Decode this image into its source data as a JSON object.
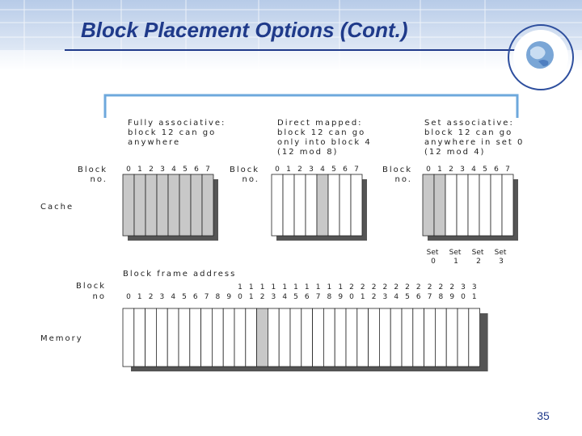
{
  "slide": {
    "title": "Block Placement Options (Cont.)",
    "page_number": "35"
  },
  "colors": {
    "title": "#1f3a8a",
    "highlight": "#c8c8c8",
    "shadow": "#555555"
  },
  "icons": [
    "globe-logo-icon"
  ],
  "diagram": {
    "fully_associative": {
      "caption": [
        "Fully associative:",
        "block 12 can go",
        "anywhere"
      ]
    },
    "direct_mapped": {
      "caption": [
        "Direct mapped:",
        "block 12 can go",
        "only into block 4",
        "(12 mod 8)"
      ]
    },
    "set_associative": {
      "caption": [
        "Set associative:",
        "block 12 can go",
        "anywhere in set 0",
        "(12 mod 4)"
      ]
    },
    "block_no_label": [
      "Block",
      "no."
    ],
    "cache_label": "Cache",
    "cache_block_numbers": [
      "0",
      "1",
      "2",
      "3",
      "4",
      "5",
      "6",
      "7"
    ],
    "sets": [
      [
        "Set",
        "0"
      ],
      [
        "Set",
        "1"
      ],
      [
        "Set",
        "2"
      ],
      [
        "Set",
        "3"
      ]
    ],
    "frame_address_label": "Block frame address",
    "memory_block_no_label": [
      "Block",
      "no"
    ],
    "memory_label": "Memory",
    "memory_block_numbers": [
      [
        "",
        "0"
      ],
      [
        "",
        "1"
      ],
      [
        "",
        "2"
      ],
      [
        "",
        "3"
      ],
      [
        "",
        "4"
      ],
      [
        "",
        "5"
      ],
      [
        "",
        "6"
      ],
      [
        "",
        "7"
      ],
      [
        "",
        "8"
      ],
      [
        "",
        "9"
      ],
      [
        "1",
        "0"
      ],
      [
        "1",
        "1"
      ],
      [
        "1",
        "2"
      ],
      [
        "1",
        "3"
      ],
      [
        "1",
        "4"
      ],
      [
        "1",
        "5"
      ],
      [
        "1",
        "6"
      ],
      [
        "1",
        "7"
      ],
      [
        "1",
        "8"
      ],
      [
        "1",
        "9"
      ],
      [
        "2",
        "0"
      ],
      [
        "2",
        "1"
      ],
      [
        "2",
        "2"
      ],
      [
        "2",
        "3"
      ],
      [
        "2",
        "4"
      ],
      [
        "2",
        "5"
      ],
      [
        "2",
        "6"
      ],
      [
        "2",
        "7"
      ],
      [
        "2",
        "8"
      ],
      [
        "2",
        "9"
      ],
      [
        "3",
        "0"
      ],
      [
        "3",
        "1"
      ]
    ],
    "highlighted_memory_block": 12
  }
}
